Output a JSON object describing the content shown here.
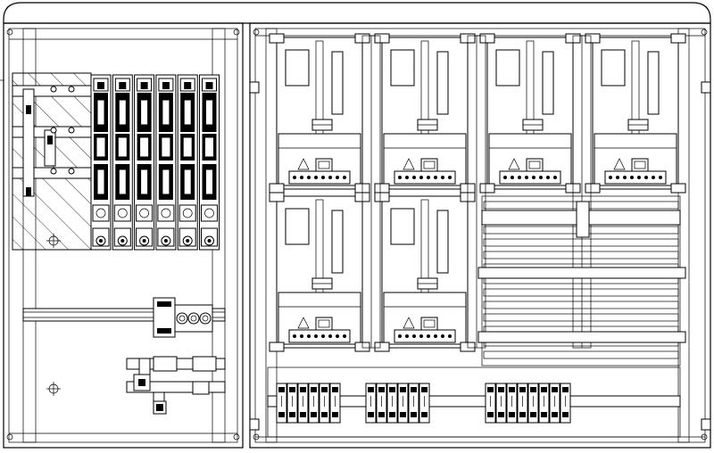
{
  "colors": {
    "line": "#000000",
    "background": "#ffffff",
    "shade": "#d8d8d8"
  },
  "left_section": {
    "fuse_switches": 6,
    "terminal_groups": 2
  },
  "right_section": {
    "meter_modules": 6,
    "louvre_slats": 13,
    "bottom_terminal_groups": 3
  }
}
